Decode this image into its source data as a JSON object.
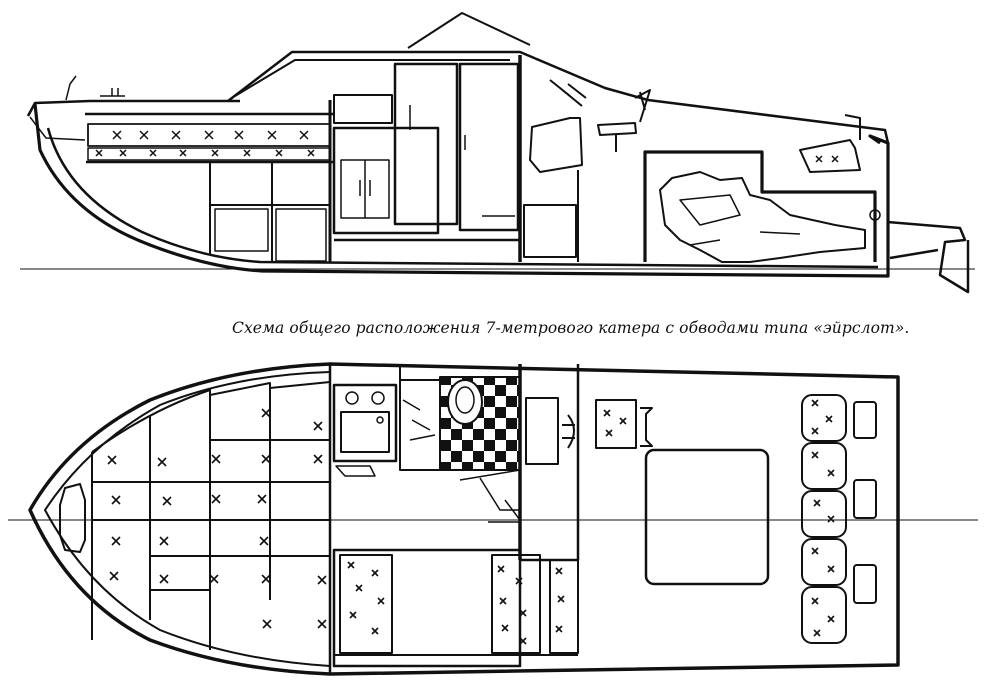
{
  "caption": "Схема общего расположения 7-метрового катера с обводами типа «эйрслот».",
  "colors": {
    "ink": "#111111",
    "paper": "#ffffff"
  },
  "figures": [
    {
      "view": "side-profile",
      "has_caption": false
    },
    {
      "view": "plan-view",
      "has_caption": false
    }
  ]
}
